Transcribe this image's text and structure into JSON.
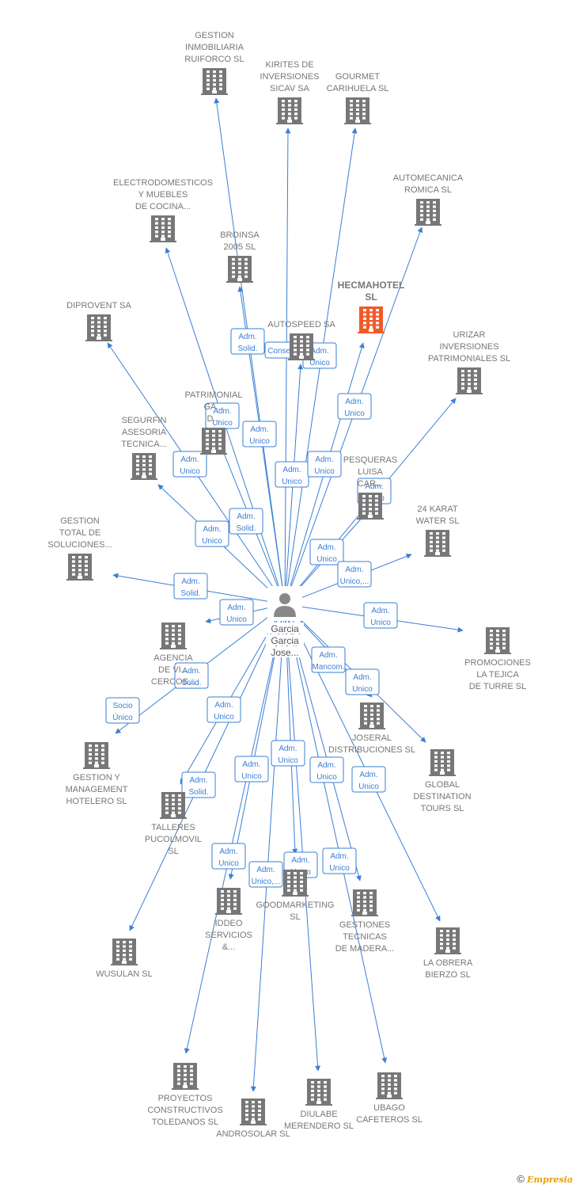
{
  "colors": {
    "edge": "#3a7fd5",
    "building": "#777777",
    "highlight": "#f05a28",
    "person": "#888888"
  },
  "center": {
    "lines": [
      "Garcia",
      "Garcia",
      "Jose..."
    ],
    "icon": "person-icon"
  },
  "nodes": [
    {
      "id": "ruiforco",
      "lines": [
        "GESTION",
        "INMOBILIARIA",
        "RUIFORCO SL"
      ]
    },
    {
      "id": "kirites",
      "lines": [
        "KIRITES DE",
        "INVERSIONES",
        "SICAV SA"
      ]
    },
    {
      "id": "gourmet",
      "lines": [
        "GOURMET",
        "CARIHUELA SL"
      ]
    },
    {
      "id": "automecanica",
      "lines": [
        "AUTOMECANICA",
        "ROMICA SL"
      ]
    },
    {
      "id": "electro",
      "lines": [
        "ELECTRODOMESTICOS",
        "Y MUEBLES",
        "DE COCINA..."
      ]
    },
    {
      "id": "broinsa",
      "lines": [
        "BROINSA",
        "2005 SL"
      ]
    },
    {
      "id": "hecmahotel",
      "lines": [
        "HECMAHOTEL",
        "SL"
      ],
      "highlight": true
    },
    {
      "id": "diprovent",
      "lines": [
        "DIPROVENT SA"
      ]
    },
    {
      "id": "autospeed",
      "lines": [
        "AUTOSPEED SA"
      ]
    },
    {
      "id": "urizar",
      "lines": [
        "URIZAR",
        "INVERSIONES",
        "PATRIMONIALES SL"
      ]
    },
    {
      "id": "patrimonial",
      "lines": [
        "PATRIMONIAL",
        "GA...",
        "D..."
      ]
    },
    {
      "id": "segurfin",
      "lines": [
        "SEGURFIN",
        "ASESORIA",
        "TECNICA..."
      ]
    },
    {
      "id": "pesqueras",
      "lines": [
        "PESQUERAS",
        "LUISA",
        "CAR..."
      ]
    },
    {
      "id": "karat",
      "lines": [
        "24 KARAT",
        "WATER  SL"
      ]
    },
    {
      "id": "gestiontotal",
      "lines": [
        "GESTION",
        "TOTAL DE",
        "SOLUCIONES..."
      ]
    },
    {
      "id": "promociones",
      "lines": [
        "PROMOCIONES",
        "LA TEJICA",
        "DE TURRE SL"
      ]
    },
    {
      "id": "agencia",
      "lines": [
        "AGENCIA",
        "DE VI...",
        "CERCOS..."
      ]
    },
    {
      "id": "joseral",
      "lines": [
        "JOSERAL",
        "DISTRIBUCIONES SL"
      ]
    },
    {
      "id": "gestionmgmt",
      "lines": [
        "GESTION Y",
        "MANAGEMENT",
        "HOTELERO SL"
      ]
    },
    {
      "id": "global",
      "lines": [
        "GLOBAL",
        "DESTINATION",
        "TOURS SL"
      ]
    },
    {
      "id": "talleres",
      "lines": [
        "TALLERES",
        "PUCOLMOVIL",
        "SL"
      ]
    },
    {
      "id": "goodmarketing",
      "lines": [
        "GOODMARKETING",
        "SL"
      ]
    },
    {
      "id": "ideo",
      "lines": [
        "IDDEO",
        "SERVICIOS",
        "&..."
      ]
    },
    {
      "id": "gestionestec",
      "lines": [
        "GESTIONES",
        "TECNICAS",
        "DE MADERA..."
      ]
    },
    {
      "id": "laobrera",
      "lines": [
        "LA OBRERA",
        "BIERZO  SL"
      ]
    },
    {
      "id": "wusulan",
      "lines": [
        "WUSULAN SL"
      ]
    },
    {
      "id": "proyectos",
      "lines": [
        "PROYECTOS",
        "CONSTRUCTIVOS",
        "TOLEDANOS SL"
      ]
    },
    {
      "id": "androsolar",
      "lines": [
        "ANDROSOLAR SL"
      ]
    },
    {
      "id": "diulabe",
      "lines": [
        "DIULABE",
        "MERENDERO SL"
      ]
    },
    {
      "id": "ubago",
      "lines": [
        "UBAGO",
        "CAFETEROS SL"
      ]
    }
  ],
  "tags": [
    {
      "lines": [
        "Adm.",
        "Solid."
      ]
    },
    {
      "lines": [
        "Consejero"
      ]
    },
    {
      "lines": [
        "Adm.",
        "Unico"
      ]
    },
    {
      "lines": [
        "Adm.",
        "Unico"
      ]
    },
    {
      "lines": [
        "Adm.",
        "Unico"
      ]
    },
    {
      "lines": [
        "Adm.",
        "Unico"
      ]
    },
    {
      "lines": [
        "Adm.",
        "Unico"
      ]
    },
    {
      "lines": [
        "Adm.",
        "Unico"
      ]
    },
    {
      "lines": [
        "Adm.",
        "Unico"
      ]
    },
    {
      "lines": [
        "Adm.",
        "Unico"
      ]
    },
    {
      "lines": [
        "Adm.",
        "Solid."
      ]
    },
    {
      "lines": [
        "Adm.",
        "Unico"
      ]
    },
    {
      "lines": [
        "Adm.",
        "Unico"
      ]
    },
    {
      "lines": [
        "Adm.",
        "Unico,..."
      ]
    },
    {
      "lines": [
        "Adm.",
        "Solid."
      ]
    },
    {
      "lines": [
        "Adm.",
        "Unico"
      ]
    },
    {
      "lines": [
        "Adm.",
        "Unico"
      ]
    },
    {
      "lines": [
        "Adm.",
        "Mancom."
      ]
    },
    {
      "lines": [
        "Adm.",
        "Unico"
      ]
    },
    {
      "lines": [
        "Adm.",
        "Solid."
      ]
    },
    {
      "lines": [
        "Socio",
        "Único"
      ]
    },
    {
      "lines": [
        "Adm.",
        "Unico"
      ]
    },
    {
      "lines": [
        "Adm.",
        "Unico"
      ]
    },
    {
      "lines": [
        "Adm.",
        "Unico"
      ]
    },
    {
      "lines": [
        "Adm.",
        "Unico"
      ]
    },
    {
      "lines": [
        "Adm.",
        "Unico"
      ]
    },
    {
      "lines": [
        "Adm.",
        "Solid."
      ]
    },
    {
      "lines": [
        "Adm.",
        "Unico"
      ]
    },
    {
      "lines": [
        "Adm.",
        "Unico,..."
      ]
    },
    {
      "lines": [
        "Adm.",
        "Unico"
      ]
    },
    {
      "lines": [
        "Adm.",
        "Unico"
      ]
    }
  ],
  "credit": {
    "symbol": "©",
    "brand": "Empresia"
  }
}
